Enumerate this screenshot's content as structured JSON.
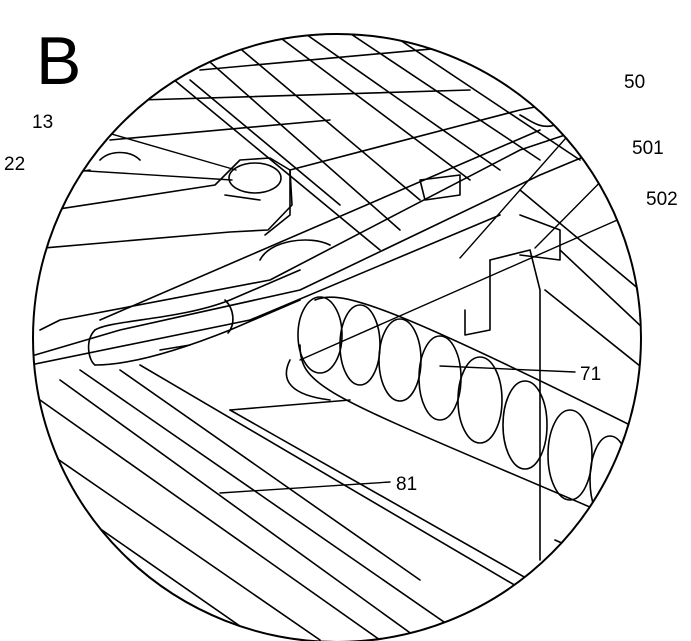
{
  "figure": {
    "panel_label": "B",
    "callouts": {
      "c13": "13",
      "c22": "22",
      "c50": "50",
      "c501": "501",
      "c502": "502",
      "c71": "71",
      "c81": "81"
    }
  },
  "colors": {
    "ink": "#000000",
    "paper": "#ffffff"
  }
}
